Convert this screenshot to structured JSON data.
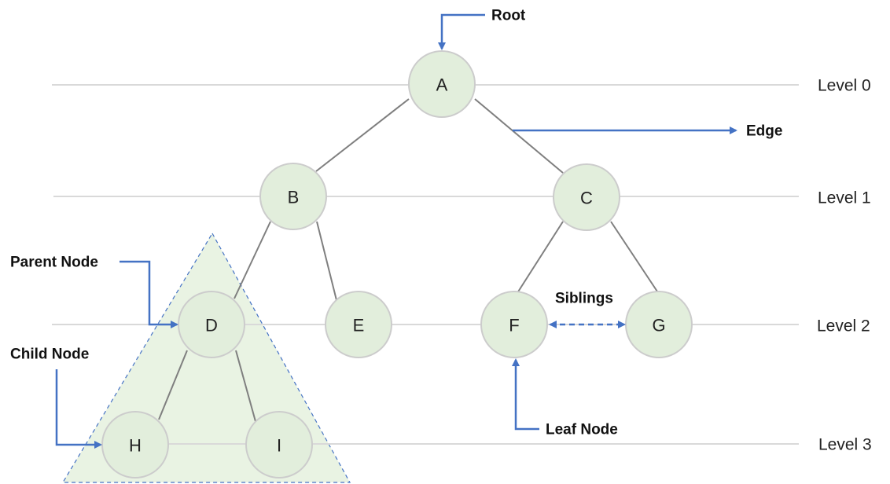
{
  "colors": {
    "node_fill": "#e2eedc",
    "node_stroke": "#cccccc",
    "edge": "#7f7f7f",
    "level_line": "#d9d9d9",
    "arrow": "#4472c4",
    "subtree_fill": "#e9f3e3",
    "subtree_stroke": "#4472c4"
  },
  "nodes": {
    "a": "A",
    "b": "B",
    "c": "C",
    "d": "D",
    "e": "E",
    "f": "F",
    "g": "G",
    "h": "H",
    "i": "I"
  },
  "levels": {
    "l0": "Level 0",
    "l1": "Level 1",
    "l2": "Level 2",
    "l3": "Level 3"
  },
  "callouts": {
    "root": "Root",
    "edge": "Edge",
    "parent_node": "Parent Node",
    "child_node": "Child Node",
    "siblings": "Siblings",
    "leaf_node": "Leaf Node"
  }
}
